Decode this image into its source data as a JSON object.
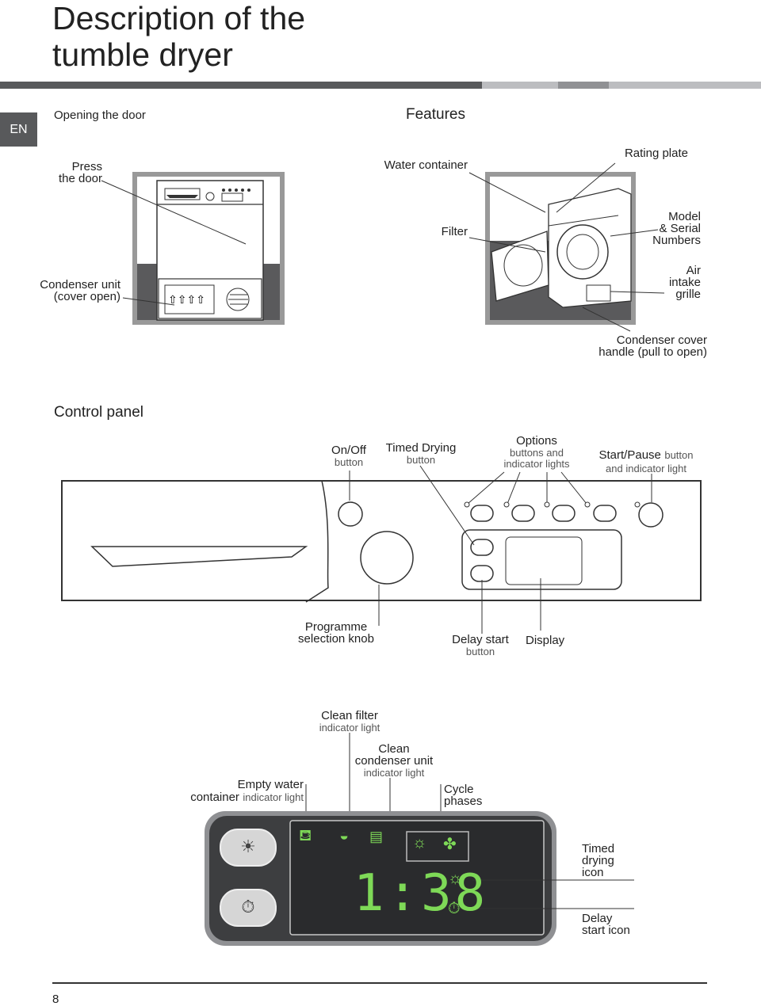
{
  "page": {
    "title_line1": "Description of the",
    "title_line2": "tumble dryer",
    "language_tab": "EN",
    "page_number": "8"
  },
  "section1": {
    "opening_door": "Opening the door",
    "features": "Features",
    "press_door_1": "Press",
    "press_door_2": "the door",
    "condenser_unit_1": "Condenser unit",
    "condenser_unit_2": "(cover open)",
    "water_container": "Water container",
    "rating_plate": "Rating plate",
    "filter": "Filter",
    "model_1": "Model",
    "model_2": "& Serial",
    "model_3": "Numbers",
    "air_1": "Air",
    "air_2": "intake",
    "air_3": "grille",
    "cover_handle_1": "Condenser cover",
    "cover_handle_2": "handle (pull to open)"
  },
  "control_panel": {
    "heading": "Control panel",
    "onoff": "On/Off",
    "onoff_sub": "button",
    "timed": "Timed Drying",
    "timed_sub": "button",
    "options": "Options",
    "options_sub1": "buttons and",
    "options_sub2": "indicator lights",
    "start": "Start/Pause",
    "start_sub1": "button",
    "start_sub2": "and indicator light",
    "knob_1": "Programme",
    "knob_2": "selection knob",
    "delay": "Delay start",
    "delay_sub": "button",
    "display": "Display"
  },
  "display_panel": {
    "clean_filter": "Clean filter",
    "clean_filter_sub": "indicator light",
    "clean_cond_1": "Clean",
    "clean_cond_2": "condenser unit",
    "clean_cond_sub": "indicator light",
    "empty_1": "Empty water",
    "empty_2": "container",
    "empty_sub": "indicator light",
    "cycle_1": "Cycle",
    "cycle_2": "phases",
    "timed_1": "Timed",
    "timed_2": "drying",
    "timed_3": "icon",
    "delay_1": "Delay",
    "delay_2": "start icon",
    "time_readout": "1:38",
    "lcd_color": "#7ed957"
  },
  "icons": [
    "sun-icon",
    "stopwatch-icon",
    "water-container-icon",
    "filter-icon",
    "condenser-icon",
    "fan-icon"
  ]
}
